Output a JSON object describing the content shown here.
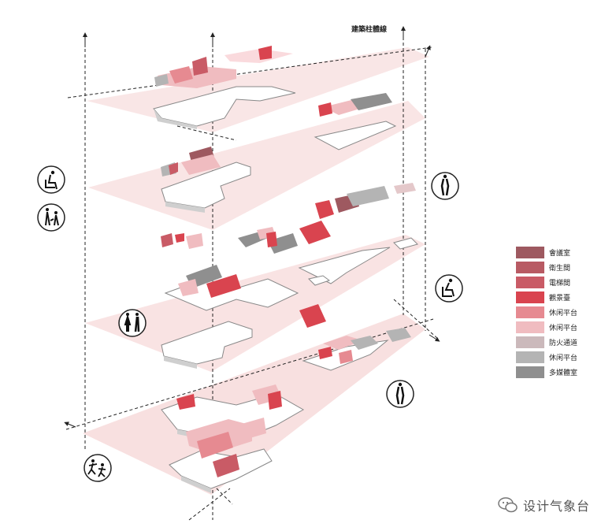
{
  "axis_label": "建築柱體線",
  "legend": [
    {
      "label": "會議室",
      "color": "#9e5960"
    },
    {
      "label": "衛生間",
      "color": "#b85a63"
    },
    {
      "label": "電梯間",
      "color": "#c95b66"
    },
    {
      "label": "觀景臺",
      "color": "#d9444f"
    },
    {
      "label": "休闲平台",
      "color": "#e68a91"
    },
    {
      "label": "休闲平台",
      "color": "#f0bcc0"
    },
    {
      "label": "防火通道",
      "color": "#cbb9bb"
    },
    {
      "label": "休闲平台",
      "color": "#b4b4b4"
    },
    {
      "label": "多媒體室",
      "color": "#8f8f8f"
    }
  ],
  "watermark": "设计气象台",
  "colors": {
    "plane": "#f8dede",
    "slab": "#ffffff",
    "slab_shadow": "#c9c9c9",
    "line": "#222222"
  },
  "icons": [
    "seated-person-icon",
    "standing-people-icon",
    "standing-person-icon",
    "seated-reading-person-icon",
    "two-people-icon",
    "single-person-icon",
    "children-playing-icon"
  ]
}
